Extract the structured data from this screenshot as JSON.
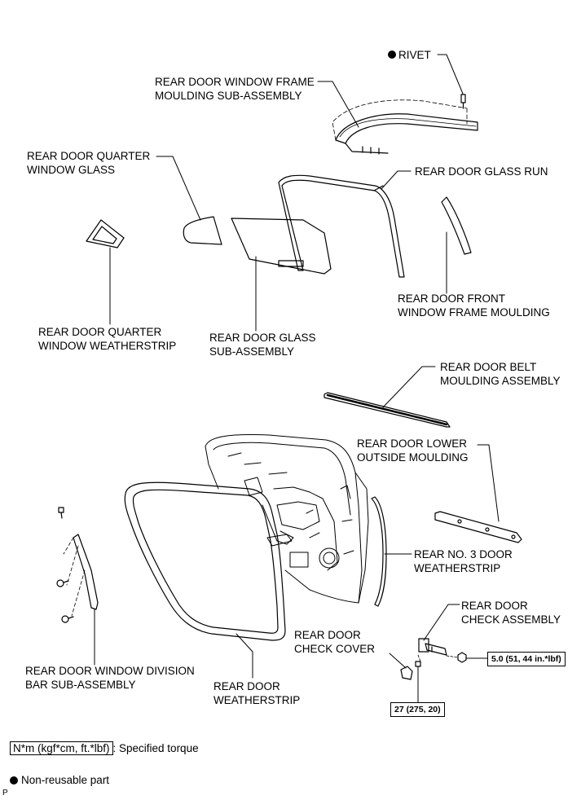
{
  "labels": {
    "rivet": "RIVET",
    "window_frame_moulding": "REAR DOOR WINDOW FRAME\nMOULDING SUB-ASSEMBLY",
    "quarter_window_glass": "REAR DOOR QUARTER\nWINDOW GLASS",
    "glass_run": "REAR DOOR GLASS RUN",
    "quarter_weatherstrip": "REAR DOOR QUARTER\nWINDOW WEATHERSTRIP",
    "glass_sub_assembly": "REAR DOOR GLASS\nSUB-ASSEMBLY",
    "front_window_frame_moulding": "REAR DOOR FRONT\nWINDOW FRAME MOULDING",
    "belt_moulding": "REAR DOOR BELT\nMOULDING ASSEMBLY",
    "lower_outside_moulding": "REAR DOOR LOWER\nOUTSIDE MOULDING",
    "no3_weatherstrip": "REAR NO. 3 DOOR\nWEATHERSTRIP",
    "check_assembly": "REAR DOOR\nCHECK ASSEMBLY",
    "check_cover": "REAR DOOR\nCHECK COVER",
    "division_bar": "REAR DOOR WINDOW DIVISION\nBAR SUB-ASSEMBLY",
    "door_weatherstrip": "REAR DOOR\nWEATHERSTRIP"
  },
  "torque": {
    "check_nut": "5.0 (51, 44 in.*lbf)",
    "check_bolt": "27 (275, 20)"
  },
  "legend": {
    "unit_box": "N*m (kgf*cm, ft.*lbf)",
    "unit_text": ": Specified torque",
    "non_reusable": "Non-reusable part"
  },
  "corner_mark": "P",
  "icons": {
    "non_reusable_marker": "filled-circle-icon"
  }
}
